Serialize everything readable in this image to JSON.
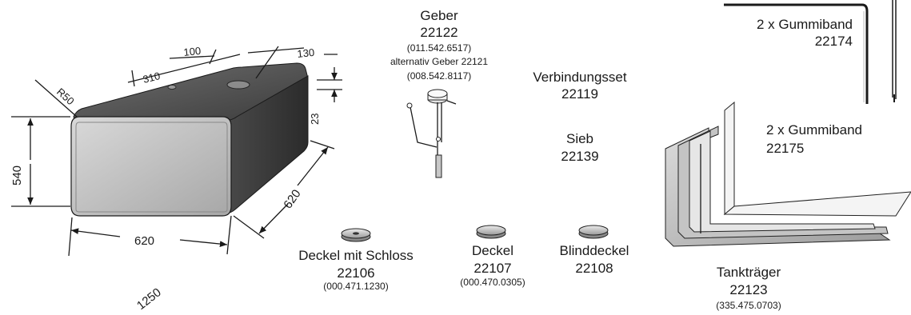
{
  "tank": {
    "dims": {
      "d100": "100",
      "d130": "130",
      "d310": "310",
      "r50": "R50",
      "d23": "23",
      "d540": "540",
      "d620_front": "620",
      "d620_side": "620",
      "d1250": "1250"
    }
  },
  "sender": {
    "title": "Geber",
    "number": "22122",
    "ref": "(011.542.6517)",
    "alt": "alternativ Geber 22121",
    "alt_ref": "(008.542.8117)"
  },
  "connection_set": {
    "title": "Verbindungsset",
    "number": "22119"
  },
  "strainer": {
    "title": "Sieb",
    "number": "22139"
  },
  "lid_lock": {
    "title": "Deckel mit Schloss",
    "number": "22106",
    "ref": "(000.471.1230)"
  },
  "lid": {
    "title": "Deckel",
    "number": "22107",
    "ref": "(000.470.0305)"
  },
  "blind_lid": {
    "title": "Blinddeckel",
    "number": "22108"
  },
  "rubber_band_1": {
    "title": "2 x Gummiband",
    "number": "22174"
  },
  "rubber_band_2": {
    "title": "2 x Gummiband",
    "number": "22175"
  },
  "tank_carrier": {
    "title": "Tankträger",
    "number": "22123",
    "ref": "(335.475.0703)"
  }
}
